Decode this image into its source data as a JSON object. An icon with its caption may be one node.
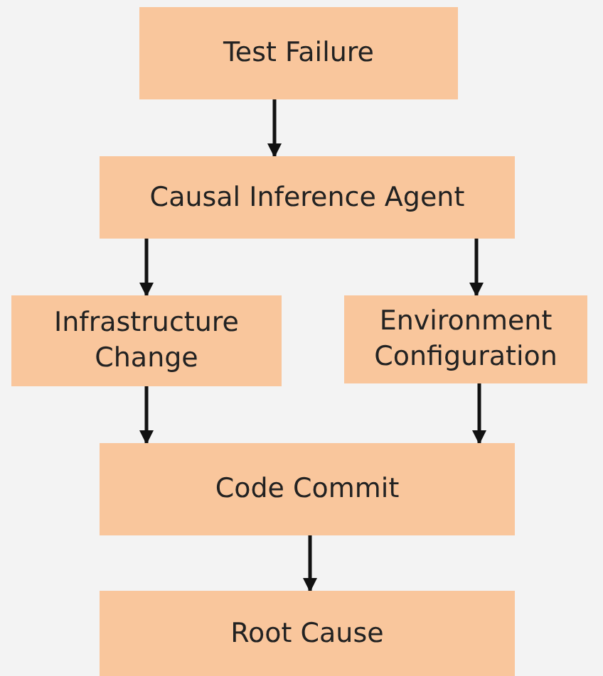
{
  "diagram": {
    "nodes": [
      {
        "text": [
          "Test Failure"
        ]
      },
      {
        "text": [
          "Causal Inference Agent"
        ]
      },
      {
        "text": [
          "Infrastructure Change"
        ]
      },
      {
        "text": [
          "Environment Configuration"
        ]
      },
      {
        "text": [
          "Code Commit"
        ]
      },
      {
        "text": [
          "Root Cause"
        ]
      }
    ],
    "edges": [
      {
        "from": 0,
        "to": 1,
        "arrow": "to"
      },
      {
        "from": 1,
        "to": 2,
        "arrow": "to"
      },
      {
        "from": 1,
        "to": 3,
        "arrow": "to"
      },
      {
        "from": 2,
        "to": 4,
        "arrow": "to"
      },
      {
        "from": 3,
        "to": 4,
        "arrow": "to"
      },
      {
        "from": 4,
        "to": 5,
        "arrow": "to"
      }
    ]
  }
}
